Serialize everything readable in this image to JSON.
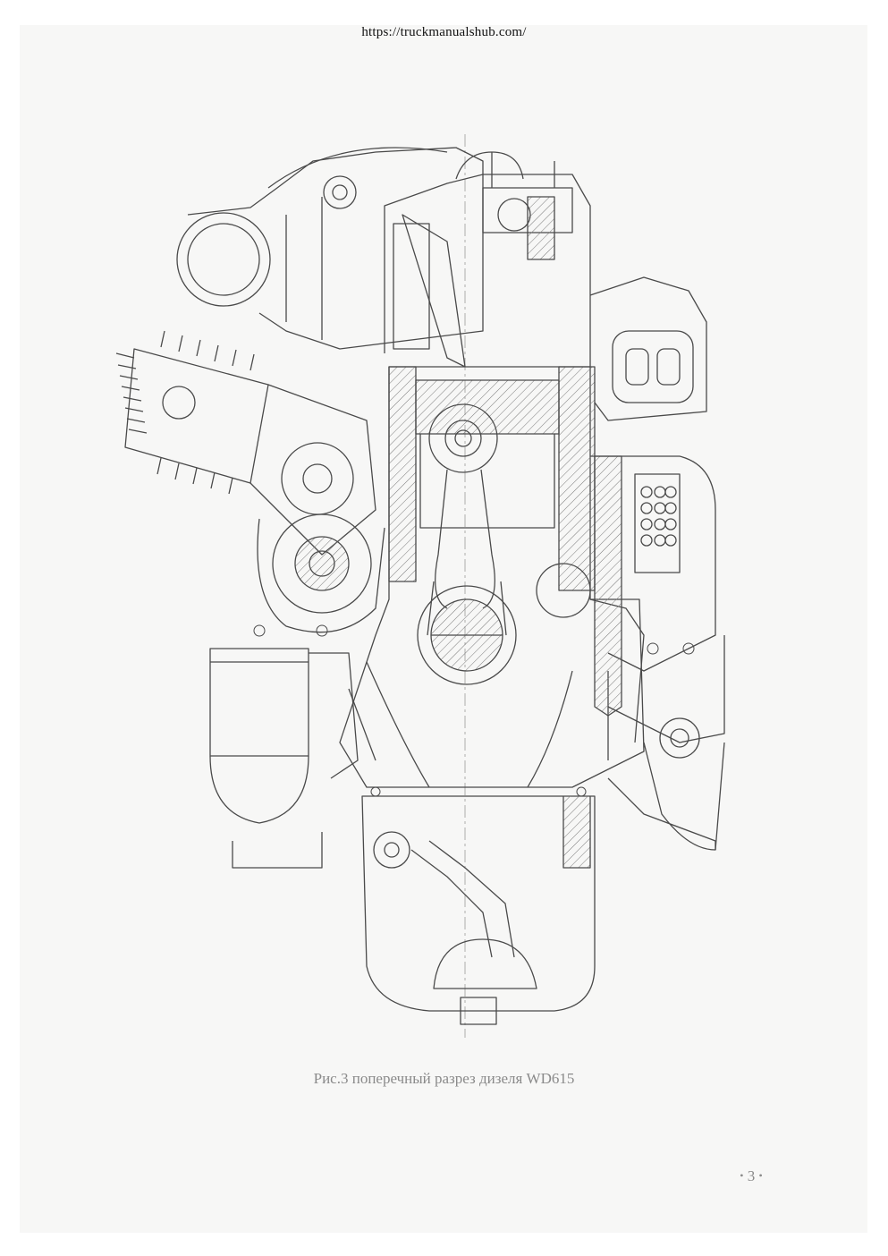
{
  "header": {
    "source_url": "https://truckmanualshub.com/"
  },
  "figure": {
    "caption": "Рис.3 поперечный разрез дизеля WD615"
  },
  "footer": {
    "page_number": "3"
  },
  "colors": {
    "line": "#4a4a4a",
    "caption": "#8a8a8a",
    "paper": "#f7f7f6"
  }
}
